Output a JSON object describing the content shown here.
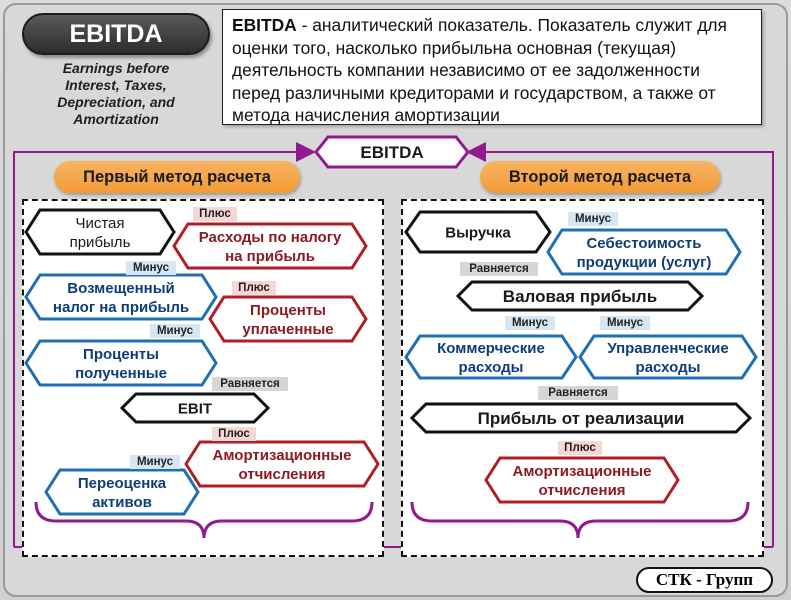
{
  "header": {
    "title": "EBITDA",
    "subtitle": "Earnings before\nInterest, Taxes,\nDepreciation, and\nAmortization",
    "definition_term": "EBITDA",
    "definition_text": " - аналитический показатель. Показатель служит для оценки того, насколько прибыльна основная (текущая) деятельность компании независимо от ее задолженности перед различными кредиторами и государством, а также от метода начисления амортизации"
  },
  "center_label": "EBITDA",
  "methods": {
    "first": "Первый метод расчета",
    "second": "Второй метод расчета"
  },
  "first_method": {
    "net_profit": "Чистая\nприбыль",
    "plus_1": "Плюс",
    "income_tax": "Расходы по налогу\nна прибыль",
    "minus_1": "Минус",
    "deferred_tax": "Возмещенный\nналог на прибыль",
    "plus_2": "Плюс",
    "interest_paid": "Проценты\nуплаченные",
    "minus_2": "Минус",
    "interest_received": "Проценты\nполученные",
    "equals": "Равняется",
    "ebit": "EBIT",
    "plus_3": "Плюс",
    "amortization": "Амортизационные\nотчисления",
    "minus_3": "Минус",
    "revaluation": "Переоценка\nактивов"
  },
  "second_method": {
    "revenue": "Выручка",
    "minus_1": "Минус",
    "cost": "Себестоимость\nпродукции (услуг)",
    "equals_1": "Равняется",
    "gross_profit": "Валовая прибыль",
    "minus_2": "Минус",
    "minus_3": "Минус",
    "commercial": "Коммерческие\nрасходы",
    "admin": "Управленческие\nрасходы",
    "equals_2": "Равняется",
    "sales_profit": "Прибыль от реализации",
    "plus_1": "Плюс",
    "amortization": "Амортизационные\nотчисления"
  },
  "footer": {
    "brand": "СТК - Групп"
  },
  "colors": {
    "blue": "#1f6fb4",
    "red": "#b01e28",
    "black": "#111111",
    "purple": "#93198e",
    "orange": "#f5a349"
  }
}
